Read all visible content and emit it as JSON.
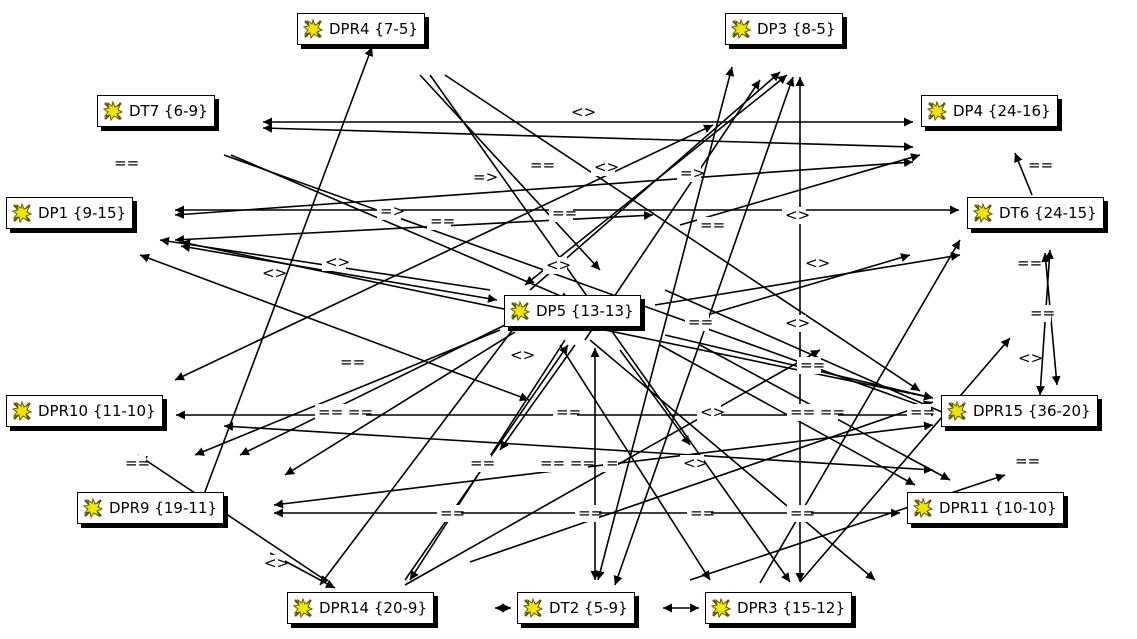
{
  "nodes": [
    {
      "id": "DPR4",
      "label": "DPR4 {7-5}"
    },
    {
      "id": "DP3",
      "label": "DP3 {8-5}"
    },
    {
      "id": "DT7",
      "label": "DT7 {6-9}"
    },
    {
      "id": "DP4",
      "label": "DP4 {24-16}"
    },
    {
      "id": "DP1",
      "label": "DP1 {9-15}"
    },
    {
      "id": "DT6",
      "label": "DT6 {24-15}"
    },
    {
      "id": "DP5",
      "label": "DP5 {13-13}"
    },
    {
      "id": "DPR10",
      "label": "DPR10 {11-10}"
    },
    {
      "id": "DPR15",
      "label": "DPR15 {36-20}"
    },
    {
      "id": "DPR9",
      "label": "DPR9 {19-11}"
    },
    {
      "id": "DPR11",
      "label": "DPR11 {10-10}"
    },
    {
      "id": "DPR14",
      "label": "DPR14 {20-9}"
    },
    {
      "id": "DT2",
      "label": "DT2 {5-9}"
    },
    {
      "id": "DPR3",
      "label": "DPR3 {15-12}"
    }
  ],
  "edge_labels": [
    "<>",
    "==",
    "=>",
    "=="
  ],
  "colors": {
    "node_bg": "#ffffff",
    "edge": "#000000",
    "icon_fill": "#f2e600",
    "icon_stroke": "#5a5a00"
  }
}
